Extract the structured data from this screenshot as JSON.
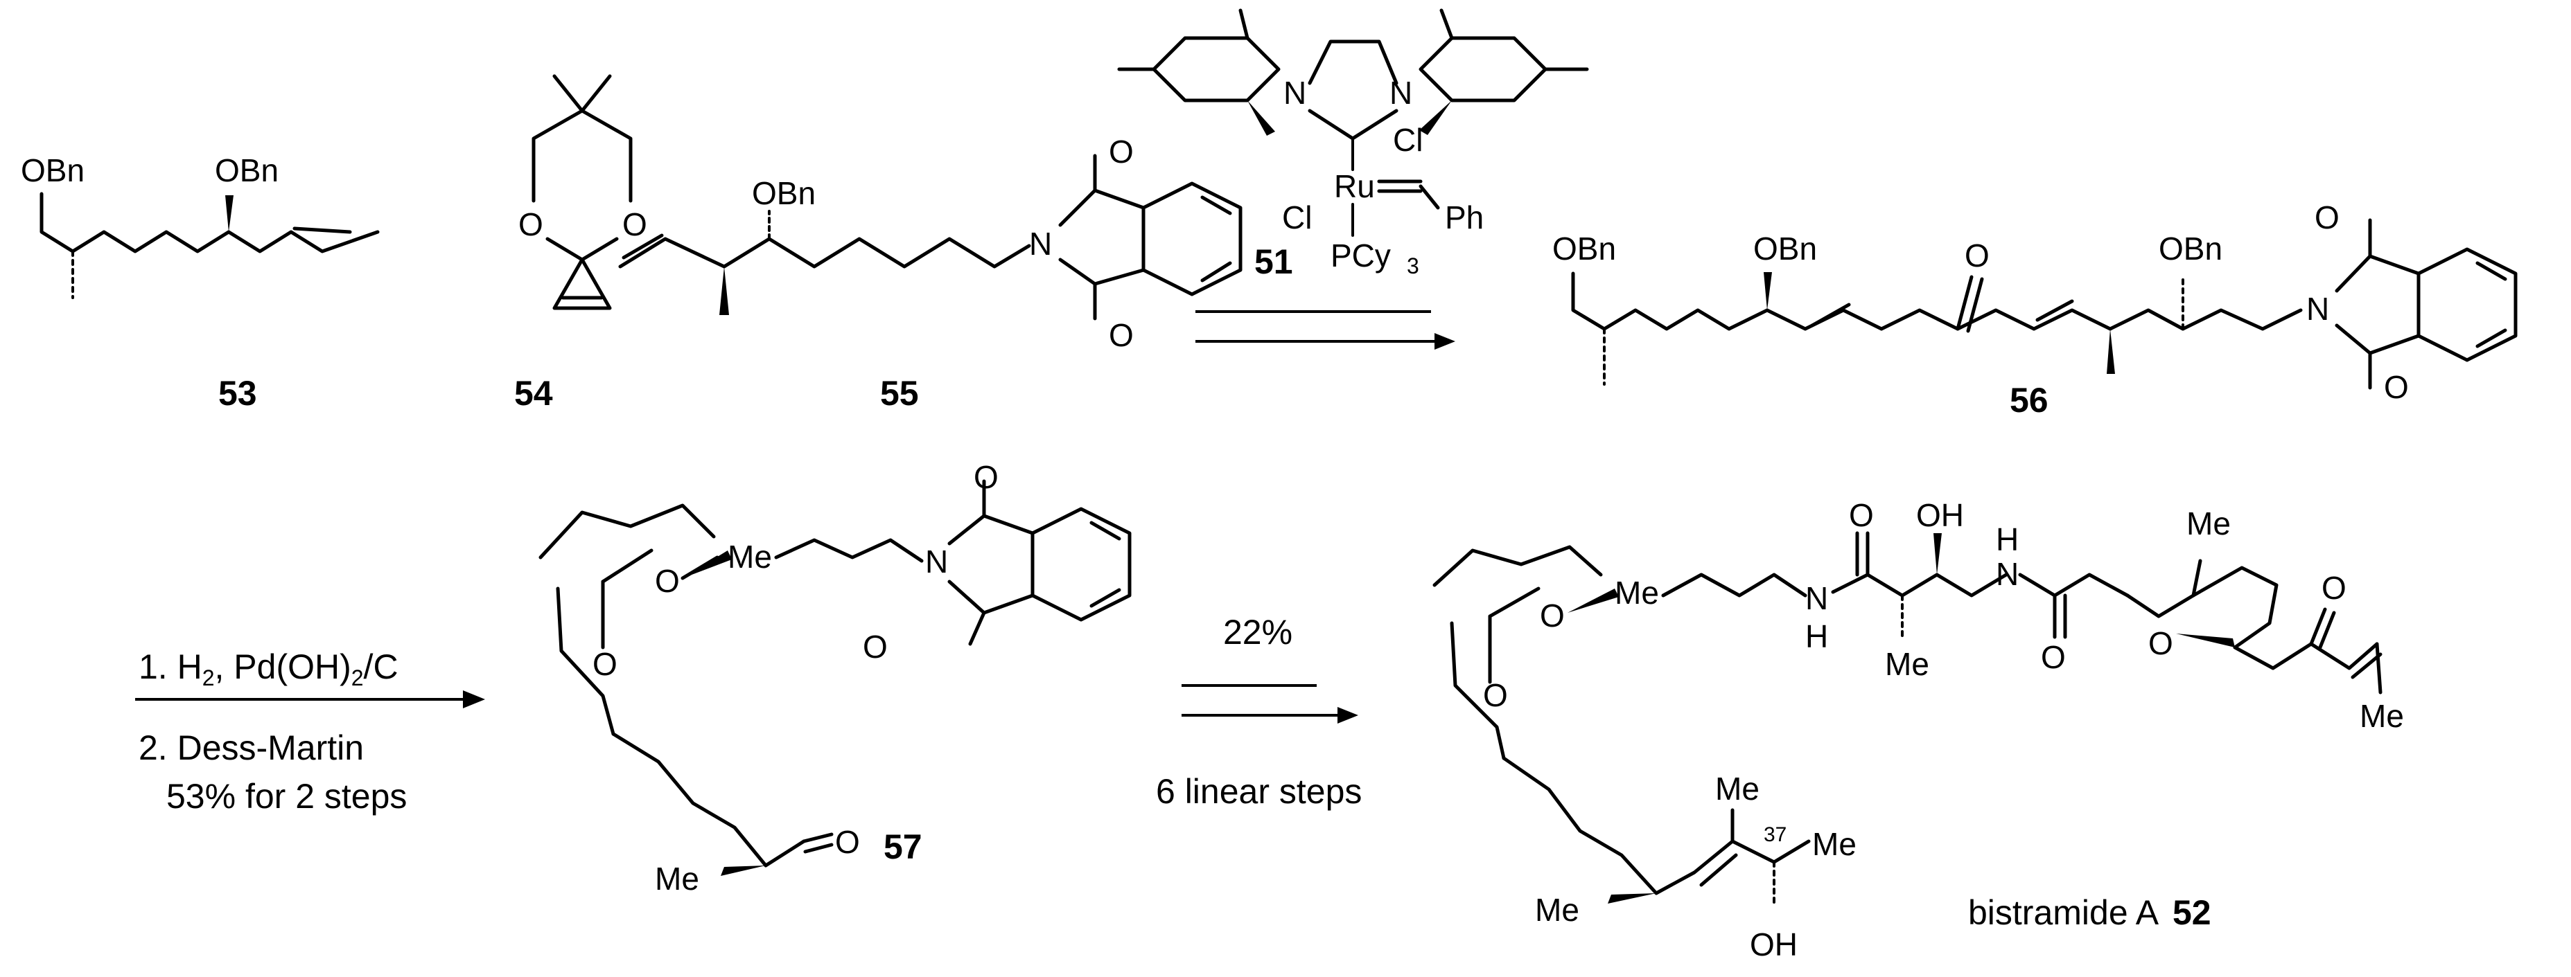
{
  "compounds": {
    "c53": {
      "number": "53",
      "labels": {
        "obn_left": "OBn",
        "obn_right": "OBn"
      }
    },
    "c54": {
      "number": "54",
      "labels": {
        "o_left": "O",
        "o_right": "O"
      }
    },
    "c55": {
      "number": "55",
      "labels": {
        "obn": "OBn",
        "n": "N",
        "o_top": "O",
        "o_bottom": "O"
      }
    },
    "c51": {
      "number": "51",
      "labels": {
        "n_left": "N",
        "n_right": "N",
        "ru": "Ru",
        "cl_right": "Cl",
        "cl_left": "Cl",
        "ph": "Ph",
        "pcy3": "PCy",
        "pcy3_sub": "3"
      }
    },
    "c56": {
      "number": "56",
      "labels": {
        "obn_1": "OBn",
        "obn_2": "OBn",
        "o_ketone": "O",
        "obn_3": "OBn",
        "n": "N",
        "o_top": "O",
        "o_bottom": "O"
      }
    },
    "c57": {
      "number": "57",
      "labels": {
        "o_upper": "O",
        "o_lower": "O",
        "me_ring": "Me",
        "n": "N",
        "o_top": "O",
        "o_bottom": "O",
        "me_chain": "Me",
        "o_aldehyde": "O"
      }
    },
    "c52": {
      "name": "bistramide A",
      "number": "52",
      "labels": {
        "o_upper": "O",
        "o_lower": "O",
        "me_ring": "Me",
        "nh1_n": "N",
        "nh1_h": "H",
        "o_amide1": "O",
        "oh": "OH",
        "me_alpha": "Me",
        "nh2_h": "H",
        "nh2_n": "N",
        "o_amide2": "O",
        "me_pyran": "Me",
        "o_pyran": "O",
        "o_enone": "O",
        "me_enone": "Me",
        "me_chain": "Me",
        "me_vinyl": "Me",
        "me_c37": "Me",
        "c37": "37",
        "oh_c37": "OH"
      }
    }
  },
  "arrow1": {
    "reagent": "51"
  },
  "arrow2": {
    "step1_prefix": "1. H",
    "step1_sub": "2",
    "step1_mid": ", Pd(OH)",
    "step1_sub2": "2",
    "step1_suffix": "/C",
    "step2": "2. Dess-Martin",
    "step2_yield": "53% for 2 steps"
  },
  "arrow3": {
    "yield": "22%",
    "steps": "6 linear steps"
  }
}
